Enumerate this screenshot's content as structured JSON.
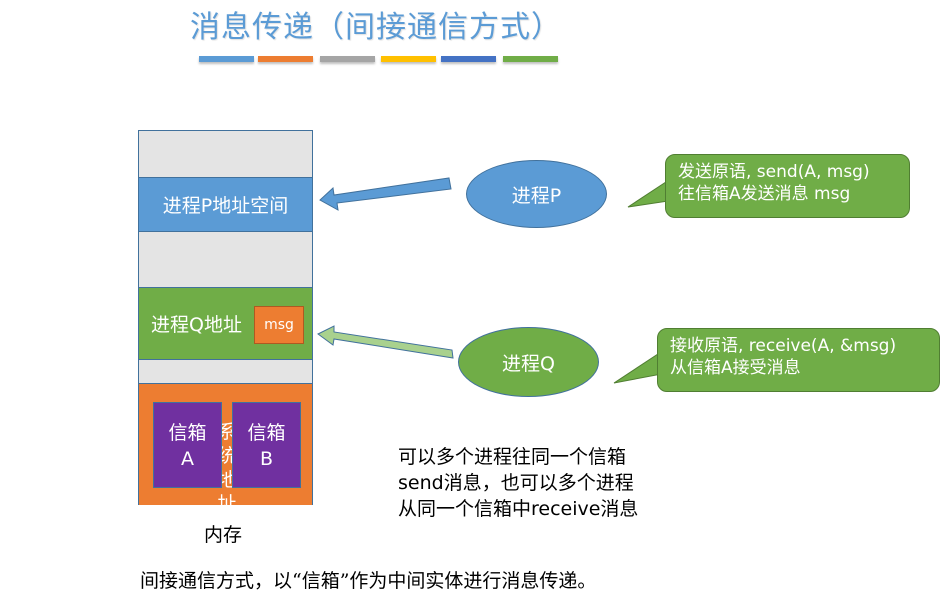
{
  "title": "消息传递（间接通信方式）",
  "title_color": "#5B9BD5",
  "decor_bars": [
    {
      "color": "#5B9BD5"
    },
    {
      "color": "#ED7D31"
    },
    {
      "color": "#A5A5A5"
    },
    {
      "color": "#FFC000"
    },
    {
      "color": "#4472C4"
    },
    {
      "color": "#70AD47"
    }
  ],
  "memory": {
    "label": "内存",
    "process_p_block": "进程P地址空间",
    "process_q_block": "进程Q地址",
    "msg_label": "msg",
    "system_block_text": "系统地址",
    "mailboxes": [
      {
        "name": "信箱",
        "id": "A"
      },
      {
        "name": "信箱",
        "id": "B"
      }
    ]
  },
  "processes": {
    "p": "进程P",
    "q": "进程Q"
  },
  "callouts": {
    "send": [
      "发送原语, send(A, msg)",
      "往信箱A发送消息 msg"
    ],
    "receive": [
      "接收原语, receive(A, &msg)",
      "从信箱A接受消息"
    ]
  },
  "note": [
    "可以多个进程往同一个信箱",
    "send消息，也可以多个进程",
    "从同一个信箱中receive消息"
  ],
  "footer": "间接通信方式，以“信箱”作为中间实体进行消息传递。",
  "colors": {
    "blue": "#5B9BD5",
    "green": "#70AD47",
    "orange": "#ED7D31",
    "purple": "#7030A0",
    "memory_bg": "#E4E4E4"
  }
}
